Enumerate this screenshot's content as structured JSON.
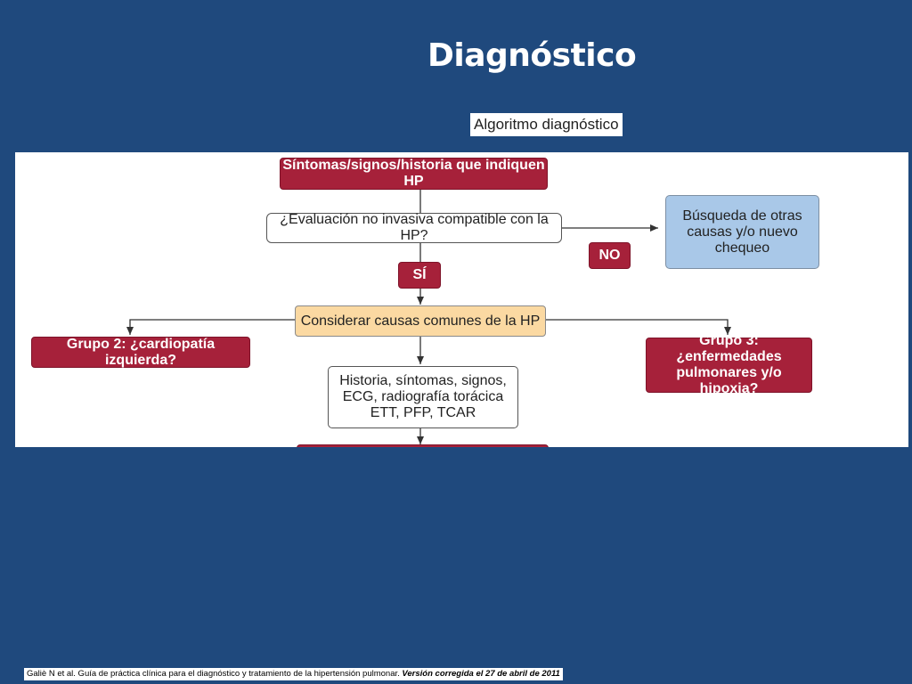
{
  "slide": {
    "title": "Diagnóstico",
    "subtitle": "Algoritmo diagnóstico"
  },
  "flowchart": {
    "start": "Síntomas/signos/historia que indiquen HP",
    "question": "¿Evaluación no invasiva compatible con la HP?",
    "yes_label": "SÍ",
    "no_label": "NO",
    "no_outcome": "Búsqueda de otras causas y/o nuevo chequeo",
    "common_causes": "Considerar causas comunes de la HP",
    "group2": "Grupo 2: ¿cardiopatía izquierda?",
    "group3": "Grupo 3: ¿enfermedades pulmonares y/o hipoxia?",
    "tests": "Historia, síntomas, signos, ECG, radiografía torácica ETT, PFP, TCAR"
  },
  "footer": {
    "citation": "Galiè N et al. Guía de práctica clínica para el diagnóstico y tratamiento de la hipertensión pulmonar. ",
    "version": "Versión corregida el 27 de abril de 2011"
  },
  "colors": {
    "background": "#1f497d",
    "red_box": "#a6213a",
    "orange_box": "#fbd9a2",
    "blue_box": "#a9c8e8"
  }
}
